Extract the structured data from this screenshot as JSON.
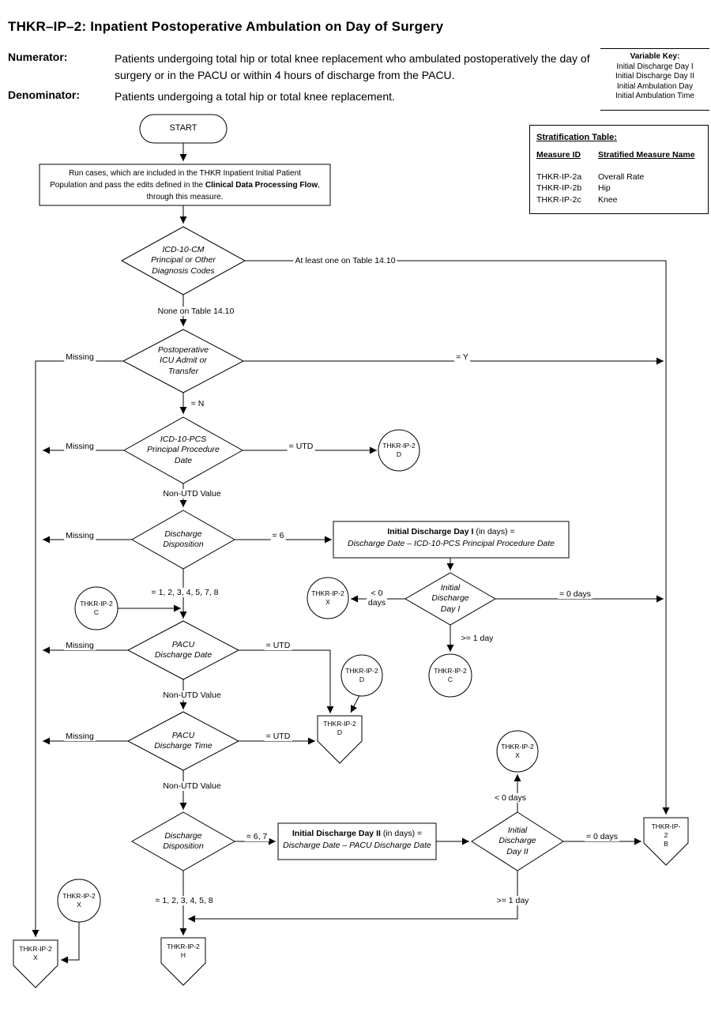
{
  "header": {
    "title": "THKR–IP–2:  Inpatient Postoperative Ambulation on Day of Surgery",
    "numerator_label": "Numerator:",
    "numerator_text": "Patients undergoing total hip or total knee replacement who ambulated postoperatively the day of surgery or in the PACU or within 4 hours of discharge from the PACU.",
    "denominator_label": "Denominator:",
    "denominator_text": "Patients undergoing a total hip or total knee replacement."
  },
  "variable_key": {
    "title": "Variable Key:",
    "items": [
      "Initial Discharge Day I",
      "Initial Discharge Day II",
      "Initial Ambulation Day",
      "Initial Ambulation Time"
    ]
  },
  "stratification": {
    "title": "Stratification Table:",
    "col_id": "Measure ID",
    "col_name": "Stratified Measure Name",
    "rows": [
      {
        "id": "THKR-IP-2a",
        "name": "Overall Rate"
      },
      {
        "id": "THKR-IP-2b",
        "name": "Hip"
      },
      {
        "id": "THKR-IP-2c",
        "name": "Knee"
      }
    ]
  },
  "nodes": {
    "start": "START",
    "run_cases": {
      "line1": "Run cases, which are included in the THKR Inpatient Initial Patient",
      "line2a": "Population and pass the edits defined in the ",
      "line2b": "Clinical Data Processing Flow",
      "line2c": ",",
      "line3": "through this measure."
    },
    "icd10cm_codes": "ICD-10-CM\nPrincipal or Other\nDiagnosis Codes",
    "postop_icu": "Postoperative\nICU Admit or\nTransfer",
    "icd10pcs_date": "ICD-10-PCS\nPrincipal Procedure\nDate",
    "discharge_disposition": "Discharge\nDisposition",
    "calc_day1": {
      "bold": "Initial Discharge Day I",
      "rest": " (in days) =",
      "formula": "Discharge Date –  ICD-10-PCS  Principal Procedure Date"
    },
    "initial_discharge_day1": "Initial\nDischarge\nDay I",
    "pacu_discharge_date": "PACU\nDischarge Date",
    "pacu_discharge_time": "PACU\nDischarge Time",
    "calc_day2": {
      "bold": "Initial Discharge Day II",
      "rest": " (in days) =",
      "formula": "Discharge Date –  PACU Discharge Date"
    },
    "initial_discharge_day2": "Initial\nDischarge\nDay II",
    "measure_id": "THKR-IP-2",
    "measure_id_wrap1": "THKR-IP-",
    "measure_id_wrap2": "2",
    "cat_b": "B",
    "cat_c": "C",
    "cat_d": "D",
    "cat_h": "H",
    "cat_x": "X"
  },
  "labels": {
    "at_least_one": "At least one on Table 14.10",
    "none_on_table": "None on Table 14.10",
    "missing": "Missing",
    "eq_y": "= Y",
    "eq_n": "= N",
    "eq_utd": "= UTD",
    "non_utd": "Non-UTD Value",
    "eq_6": "= 6",
    "eq_1234578": "= 1, 2, 3, 4, 5, 7, 8",
    "lt_0_days_wrap": "< 0\ndays",
    "lt_0_days": "< 0 days",
    "eq_0_days": "= 0 days",
    "gte_1_day": ">= 1 day",
    "eq_67": "= 6, 7",
    "eq_123458": "= 1, 2, 3, 4, 5, 8"
  }
}
